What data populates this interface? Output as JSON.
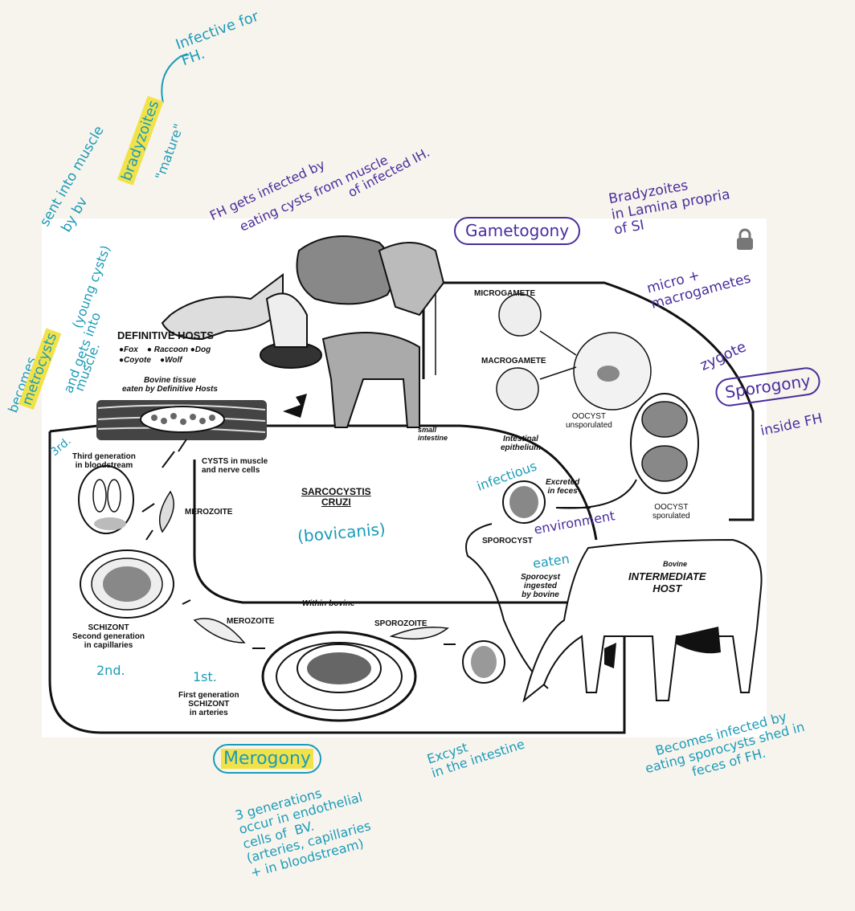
{
  "diagram": {
    "title_line1": "SARCOCYSTIS",
    "title_line2": "CRUZI",
    "definitive_hosts": "DEFINITIVE HOSTS",
    "host_list_1": "●Fox    ● Raccoon ●Dog",
    "host_list_2": "●Coyote    ●Wolf",
    "bovine_tissue": "Bovine tissue\neaten by Definitive Hosts",
    "third_generation": "Third generation\nin bloodstream",
    "cysts": "CYSTS in muscle\nand nerve cells",
    "merozoite_1": "MEROZOITE",
    "merozoite_2": "MEROZOITE",
    "schizont_2": "SCHIZONT\nSecond generation\nin capillaries",
    "schizont_1": "First generation\nSCHIZONT\nin arteries",
    "within_bovine": "Within bovine",
    "sporozoite": "SPOROZOITE",
    "microgamete": "MICROGAMETE",
    "macrogamete": "MACROGAMETE",
    "small_intestine": "small\nintestine",
    "intestinal_epithelium": "Intestinal\nepithelium",
    "oocyst_unsporulated": "OOCYST\nunsporulated",
    "excreted": "Excreted\nin feces",
    "oocyst_sporulated": "OOCYST\nsporulated",
    "sporocyst": "SPOROCYST",
    "sporocyst_ingested": "Sporocyst\ningested\nby bovine",
    "bovine_small": "Bovine",
    "intermediate_host": "INTERMEDIATE\nHOST"
  },
  "notes": {
    "infective_fh": "Infective for\nFH.",
    "bradyzoites": "bradyzoites",
    "mature": "\"mature\"",
    "sent_muscle": "sent into muscle",
    "by_bv": "by bv",
    "fh_infected": "FH gets infected by",
    "eating_cysts": "eating cysts from muscle",
    "of_infected_ih": "of infected IH.",
    "gametogony": "Gametogony",
    "bradyzoites_lp": "Bradyzoites\nin Lamina propria\nof SI",
    "micro_macro": "micro +\nmacrogametes",
    "zygote": "zygote",
    "sporogony": "Sporogony",
    "inside_fh": "inside FH",
    "becomes": "becomes",
    "metrocysts": "metrocysts",
    "young_cysts": "(young cysts)",
    "and_gets_into": "and gets into",
    "muscle": "muscle.",
    "third": "3rd.",
    "infectious": "infectious",
    "environment": "environment",
    "eaten": "eaten",
    "bovicanis": "(bovicanis)",
    "second": "2nd.",
    "first": "1st.",
    "merogony": "Merogony",
    "three_generations": "3 generations\noccur in endothelial\ncells of  BV.\n(arteries, capillaries\n+ in bloodstream)",
    "excyst": "Excyst\nin the intestine",
    "becomes_infected": "Becomes infected by\neating sporocysts shed in\nfeces of FH."
  },
  "colors": {
    "handwriting_blue": "#1b9bb8",
    "handwriting_purple": "#4a2d9c",
    "highlight": "#f2e24a"
  }
}
